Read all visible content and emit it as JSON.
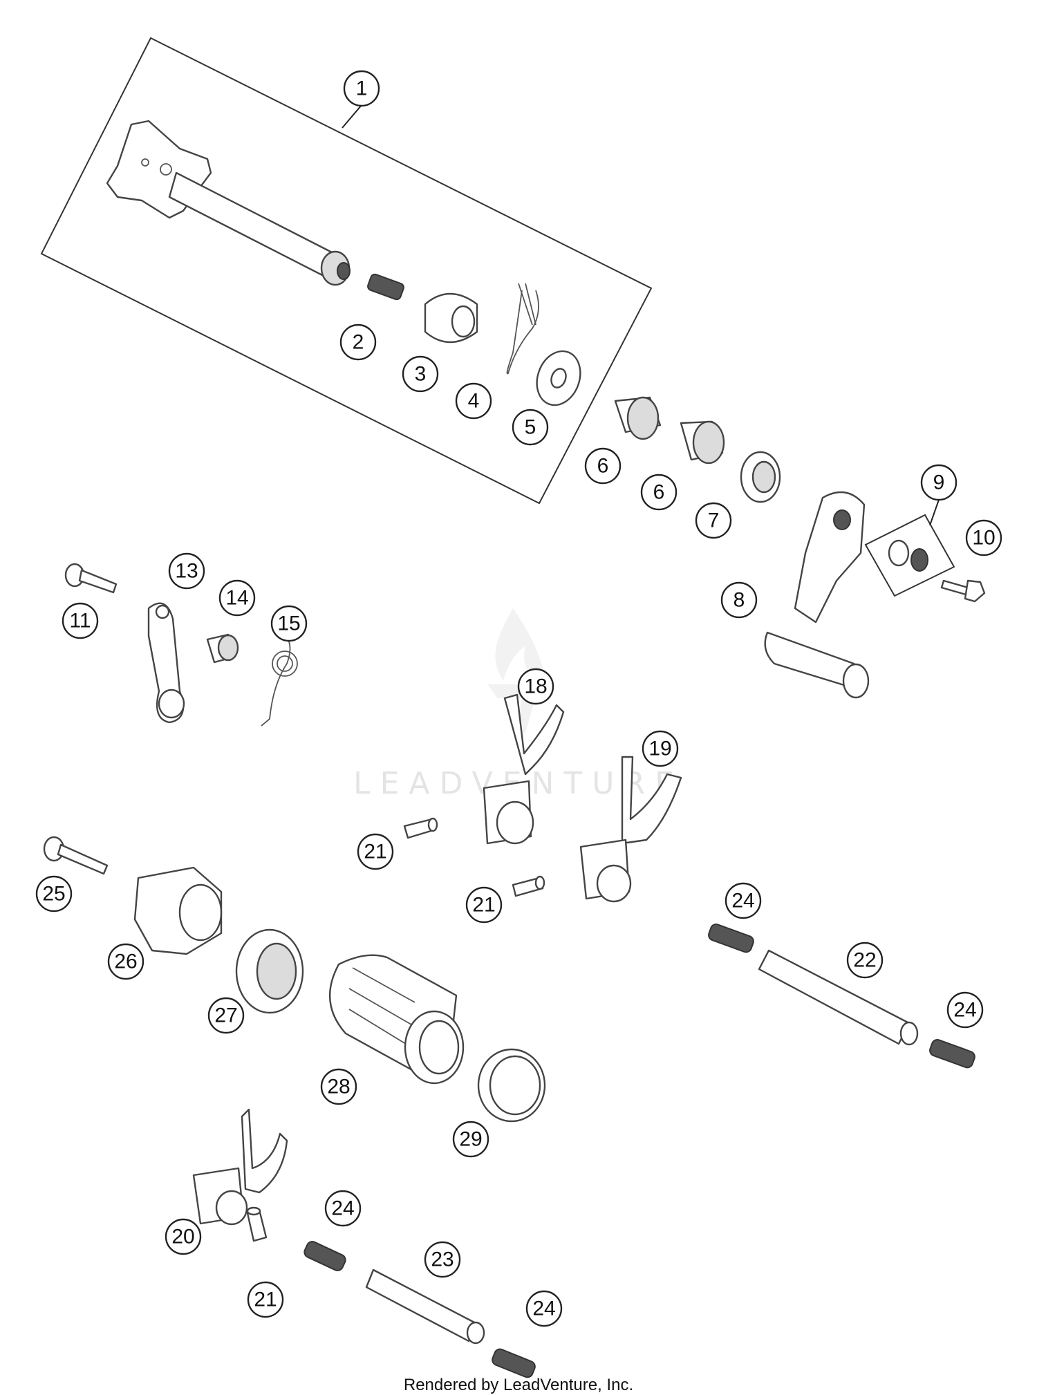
{
  "footer": "Rendered by LeadVenture, Inc.",
  "watermark": "LEADVENTURE",
  "callouts": [
    {
      "id": "c1",
      "label": "1"
    },
    {
      "id": "c2",
      "label": "2"
    },
    {
      "id": "c3",
      "label": "3"
    },
    {
      "id": "c4",
      "label": "4"
    },
    {
      "id": "c5",
      "label": "5"
    },
    {
      "id": "c6a",
      "label": "6"
    },
    {
      "id": "c6b",
      "label": "6"
    },
    {
      "id": "c7",
      "label": "7"
    },
    {
      "id": "c8",
      "label": "8"
    },
    {
      "id": "c9",
      "label": "9"
    },
    {
      "id": "c10",
      "label": "10"
    },
    {
      "id": "c11",
      "label": "11"
    },
    {
      "id": "c13",
      "label": "13"
    },
    {
      "id": "c14",
      "label": "14"
    },
    {
      "id": "c15",
      "label": "15"
    },
    {
      "id": "c18",
      "label": "18"
    },
    {
      "id": "c19",
      "label": "19"
    },
    {
      "id": "c21a",
      "label": "21"
    },
    {
      "id": "c21b",
      "label": "21"
    },
    {
      "id": "c21c",
      "label": "21"
    },
    {
      "id": "c20",
      "label": "20"
    },
    {
      "id": "c22",
      "label": "22"
    },
    {
      "id": "c23",
      "label": "23"
    },
    {
      "id": "c24a",
      "label": "24"
    },
    {
      "id": "c24b",
      "label": "24"
    },
    {
      "id": "c24c",
      "label": "24"
    },
    {
      "id": "c24d",
      "label": "24"
    },
    {
      "id": "c25",
      "label": "25"
    },
    {
      "id": "c26",
      "label": "26"
    },
    {
      "id": "c27",
      "label": "27"
    },
    {
      "id": "c28",
      "label": "28"
    },
    {
      "id": "c29",
      "label": "29"
    }
  ]
}
